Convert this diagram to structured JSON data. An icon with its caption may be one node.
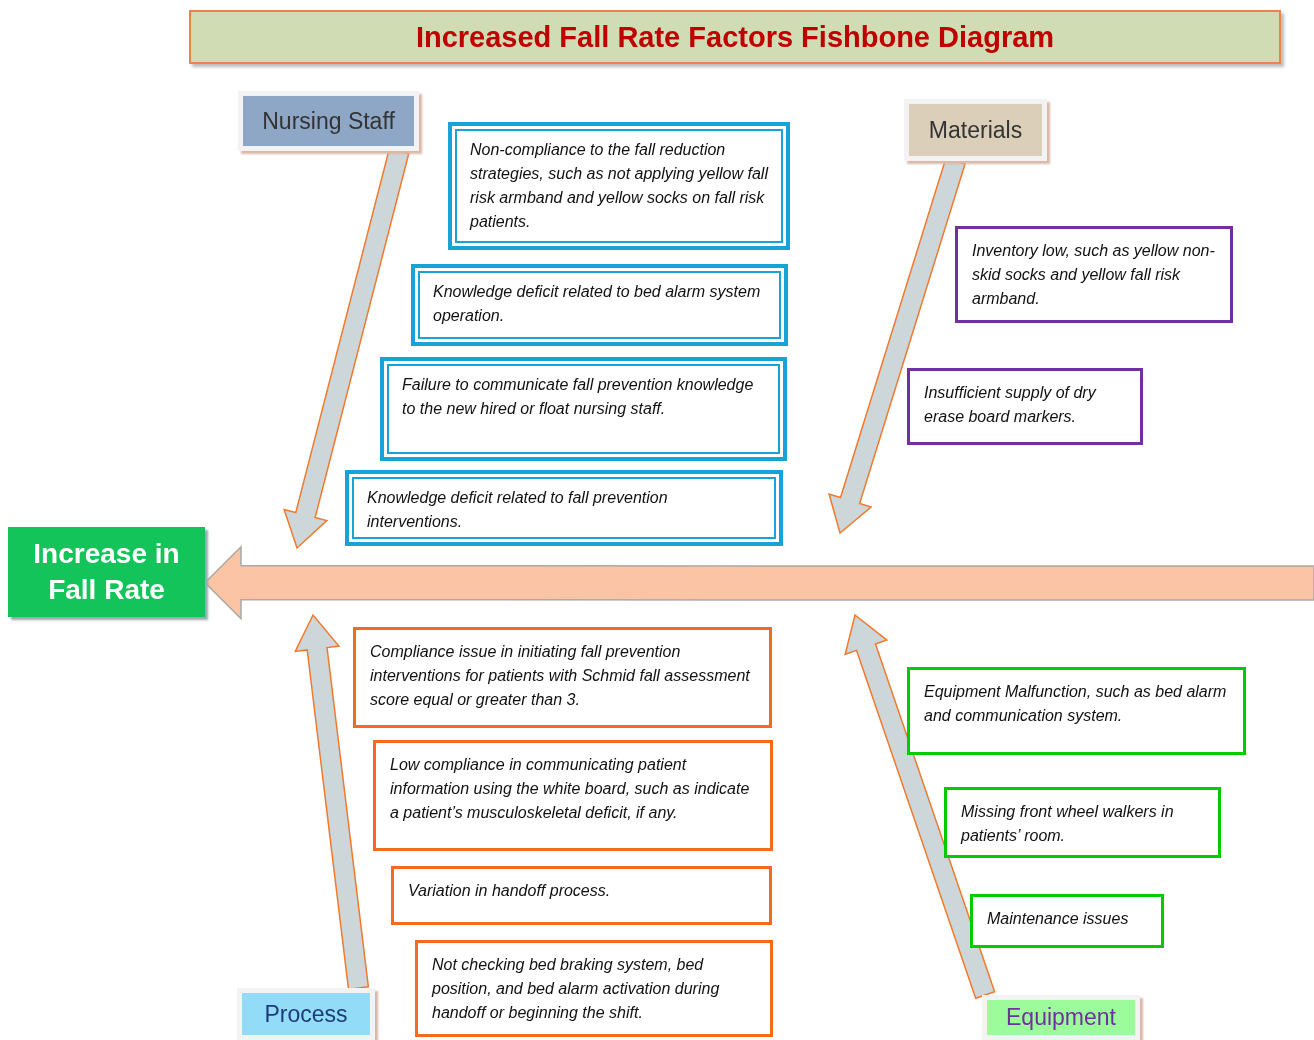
{
  "diagram": {
    "title": "Increased Fall Rate Factors Fishbone Diagram",
    "nodes": [
      {
        "text": [
          "Increase in Fall Rate"
        ]
      },
      {
        "text": [
          "Nursing Staff"
        ]
      },
      {
        "text": [
          "Materials"
        ]
      },
      {
        "text": [
          "Process"
        ]
      },
      {
        "text": [
          "Equipment"
        ]
      },
      {
        "text": [
          "Non-compliance to the fall reduction strategies, such as not applying yellow fall risk armband and yellow socks on fall risk patients."
        ]
      },
      {
        "text": [
          "Knowledge deficit related to bed alarm system operation."
        ]
      },
      {
        "text": [
          "Failure to communicate fall prevention knowledge to the new hired or float nursing staff."
        ]
      },
      {
        "text": [
          "Knowledge deficit related to fall prevention interventions."
        ]
      },
      {
        "text": [
          "Inventory low, such as yellow non-skid socks and yellow fall risk armband."
        ]
      },
      {
        "text": [
          "Insufficient supply of dry erase board markers."
        ]
      },
      {
        "text": [
          "Compliance issue in initiating fall prevention interventions for patients with Schmid fall assessment score equal or greater than 3."
        ]
      },
      {
        "text": [
          "Low compliance in communicating patient information using the white board, such as indicate a patient’s musculoskeletal deficit, if any."
        ]
      },
      {
        "text": [
          "Variation in handoff process."
        ]
      },
      {
        "text": [
          "Not checking bed braking system, bed position, and bed alarm activation during handoff or beginning the shift."
        ]
      },
      {
        "text": [
          "Equipment Malfunction, such as bed alarm and communication system."
        ]
      },
      {
        "text": [
          "Missing front wheel walkers in patients’ room."
        ]
      },
      {
        "text": [
          "Maintenance issues"
        ]
      }
    ],
    "edges": [
      {
        "from": null,
        "to": 0,
        "arrow": "to",
        "style": "thick",
        "color": "#fbc4a4"
      },
      {
        "from": 1,
        "to": null,
        "arrow": "to"
      },
      {
        "from": 2,
        "to": null,
        "arrow": "to"
      },
      {
        "from": 3,
        "to": null,
        "arrow": "to"
      },
      {
        "from": 4,
        "to": null,
        "arrow": "to"
      }
    ]
  }
}
